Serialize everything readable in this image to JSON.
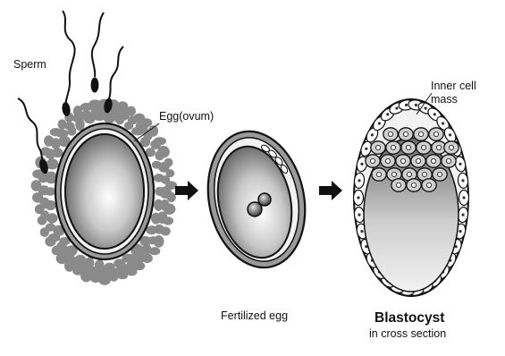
{
  "labels": {
    "sperm": "Sperm",
    "egg": "Egg(ovum)",
    "inner_cell_line1": "Inner cell",
    "inner_cell_line2": "mass",
    "fertilized": "Fertilized egg",
    "blastocyst": "Blastocyst",
    "cross_section": "in cross section"
  },
  "icons": {
    "arrow": "right-arrow-icon"
  },
  "colors": {
    "ink": "#111111",
    "granule": "#8a8a8a",
    "shell": "#9a9a9a",
    "light": "#f2f2f2",
    "cell_fill": "#cfcfcf"
  }
}
